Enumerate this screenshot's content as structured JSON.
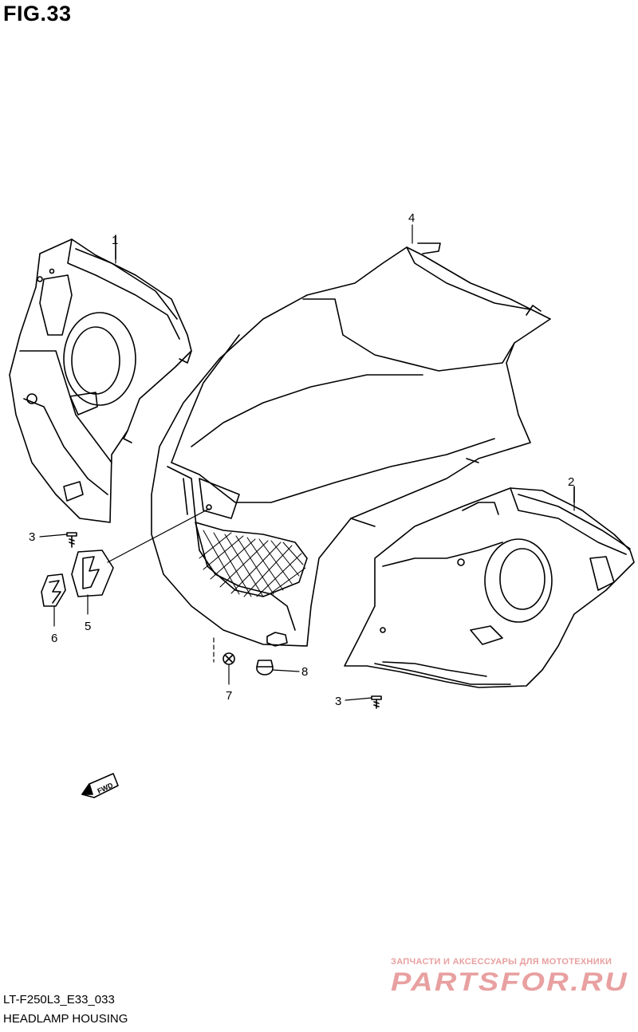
{
  "figure": {
    "title": "FIG.33",
    "model_code": "LT-F250L3_E33_033",
    "section_title": "HEADLAMP HOUSING"
  },
  "callouts": [
    {
      "ref": "1"
    },
    {
      "ref": "2"
    },
    {
      "ref": "3"
    },
    {
      "ref": "3"
    },
    {
      "ref": "4"
    },
    {
      "ref": "5"
    },
    {
      "ref": "6"
    },
    {
      "ref": "7"
    },
    {
      "ref": "8"
    }
  ],
  "direction_marker": {
    "label": "FWD"
  },
  "watermark": {
    "tagline": "ЗАПЧАСТИ И АКСЕССУАРЫ ДЛЯ МОТОТЕХНИКИ",
    "logo_text": "PARTSFOR.RU",
    "color": "#e8a0a0"
  },
  "colors": {
    "line": "#000000",
    "background": "#ffffff"
  }
}
